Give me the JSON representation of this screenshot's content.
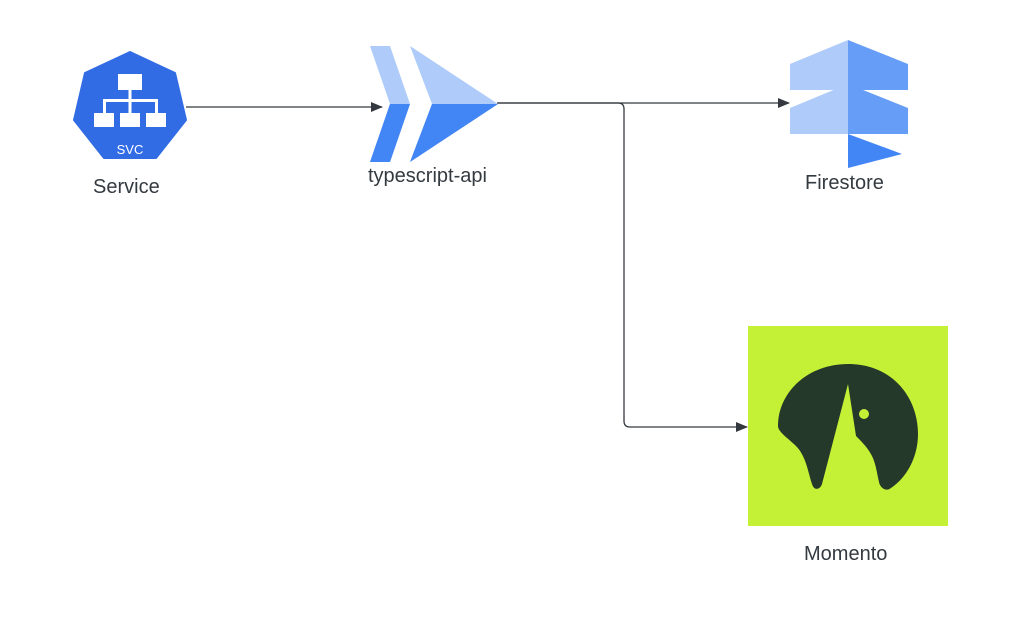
{
  "nodes": {
    "service": {
      "label": "Service",
      "badge": "SVC",
      "icon": "kubernetes-service-icon"
    },
    "api": {
      "label": "typescript-api",
      "icon": "cloud-api-gateway-icon"
    },
    "firestore": {
      "label": "Firestore",
      "icon": "firestore-icon"
    },
    "momento": {
      "label": "Momento",
      "icon": "momento-logo-icon"
    }
  },
  "edges": [
    {
      "from": "Service",
      "to": "typescript-api"
    },
    {
      "from": "typescript-api",
      "to": "Firestore"
    },
    {
      "from": "typescript-api",
      "to": "Momento"
    }
  ],
  "colors": {
    "kubernetes_blue": "#326ce5",
    "gcp_blue_dark": "#4285f4",
    "gcp_blue_light": "#aecbfa",
    "firestore_light": "#a8c7fa",
    "firestore_mid": "#669df6",
    "momento_bg": "#c4f135",
    "momento_dark": "#25392b",
    "edge": "#33393f"
  }
}
